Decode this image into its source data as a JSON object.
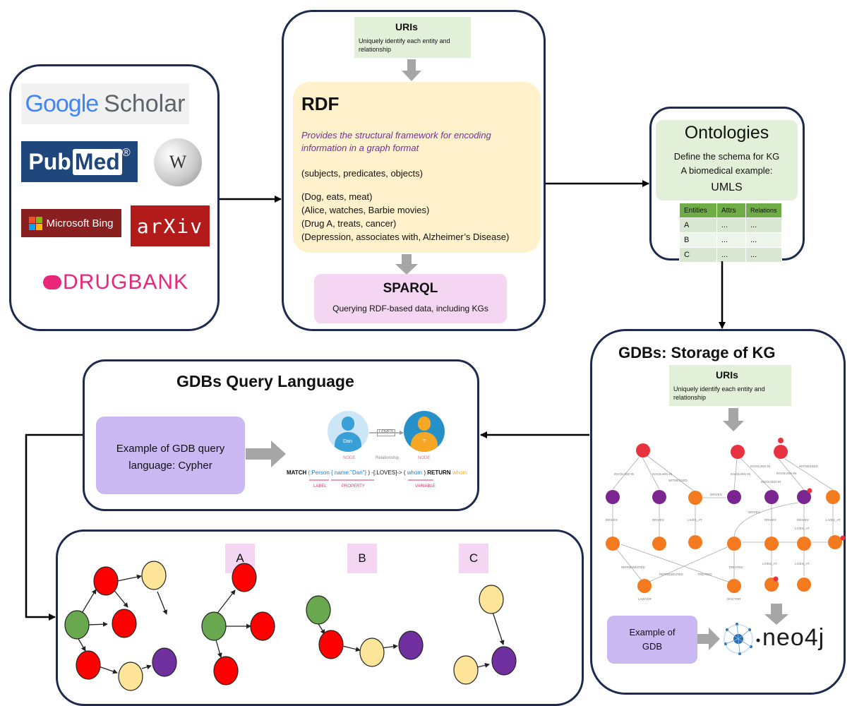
{
  "sources": {
    "google_scholar": {
      "google": "Google",
      "scholar": "Scholar"
    },
    "pubmed": {
      "pub": "Pub",
      "med": "Med",
      "reg": "®"
    },
    "wikipedia": "W",
    "bing": "Microsoft Bing",
    "arxiv": "arXiv",
    "drugbank": "DRUGBANK"
  },
  "rdf_panel": {
    "uris_title": "URIs",
    "uris_desc_1": "Uniquely identify each entity and",
    "uris_desc_2": "relationship",
    "rdf_title": "RDF",
    "rdf_desc_1": "Provides the structural framework for encoding",
    "rdf_desc_2": "information in a graph format",
    "triple_format": "(subjects, predicates, objects)",
    "examples": [
      "(Dog, eats, meat)",
      "(Alice, watches, Barbie movies)",
      "(Drug A, treats, cancer)",
      "(Depression, associates with, Alzheimer’s Disease)"
    ],
    "sparql_title": "SPARQL",
    "sparql_desc": "Querying RDF-based data, including KGs"
  },
  "ontologies": {
    "title": "Ontologies",
    "line1": "Define the schema for  KG",
    "line2": "A biomedical example:",
    "line3": "UMLS",
    "table_headers": [
      "Entities",
      "Attrs",
      "Relations"
    ],
    "table_rows": [
      [
        "A",
        "...",
        "..."
      ],
      [
        "B",
        "...",
        "..."
      ],
      [
        "C",
        "...",
        "..."
      ]
    ]
  },
  "gdb_storage": {
    "title": "GDBs: Storage of KG",
    "uris_title": "URIs",
    "uris_desc_1": "Uniquely identify each entity and",
    "uris_desc_2": "relationship",
    "example_1": "Example of",
    "example_2": "GDB",
    "neo4j": "neo4j",
    "graph_labels": {
      "involved_in": "INVOLVED-IN",
      "witnessed": "WITNESSED",
      "drives": "DRIVES",
      "lives_at": "LIVES_AT",
      "represented": "REPRESENTED",
      "treated": "TREATED",
      "lawyer": "LAWYER",
      "doctor": "DOCTOR"
    }
  },
  "query_language": {
    "title": "GDBs Query Language",
    "example_1": "Example of GDB query",
    "example_2": "language: Cypher",
    "cypher": {
      "person1": "Dan",
      "person2": "?",
      "rel_label": "LOVES",
      "node_label_1": "NODE",
      "relationship_label": "Relationship",
      "node_label_2": "NODE",
      "match": "MATCH",
      "person_label": "(:Person",
      "prop": "{ name:\"Dan\"}",
      "rel_text": ") -[:LOVES]-> (",
      "whom": "whom",
      "close": ")",
      "return": "RETURN",
      "return_var": "whom",
      "label_tag": "LABEL",
      "property_tag": "PROPERTY",
      "variable_tag": "VARIABLE"
    }
  },
  "bottom": {
    "label_a": "A",
    "label_b": "B",
    "label_c": "C"
  },
  "colors": {
    "panel_border": "#1d2a4d",
    "green_box": "#e2f0d9",
    "rdf_box": "#fff1cc",
    "pink_box": "#f4d6f2",
    "purple_box": "#c9b8f2",
    "node_red": "#ff0000",
    "node_green": "#6aa84f",
    "node_yellow": "#ffe599",
    "node_purple": "#7030a0",
    "arrow_gray": "#a6a6a6"
  }
}
